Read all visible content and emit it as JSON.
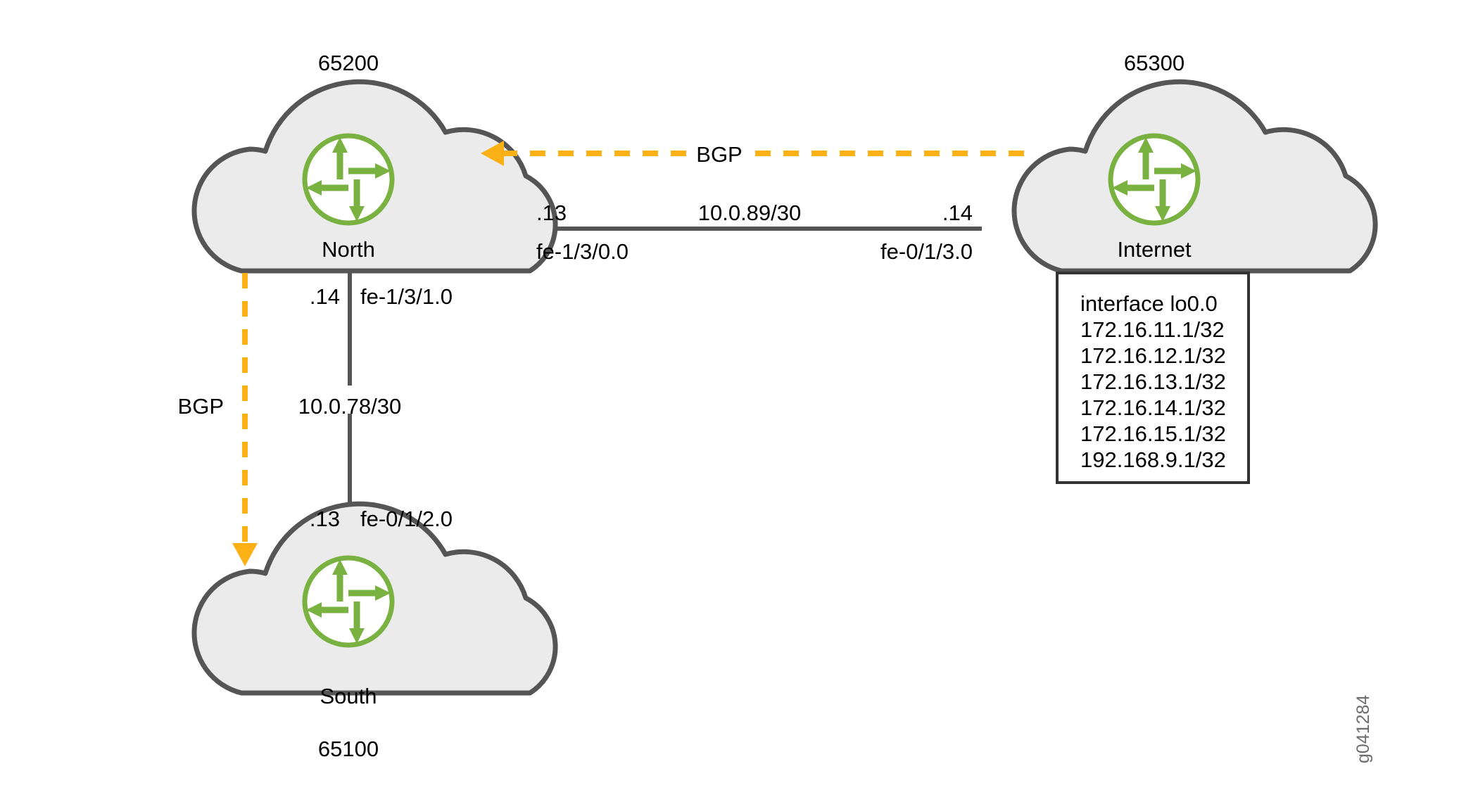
{
  "diagram": {
    "title": "BGP network topology",
    "figure_id": "g041284",
    "colors": {
      "cloud_fill": "#ebebeb",
      "cloud_stroke": "#555555",
      "router_green": "#7ab241",
      "bgp_orange": "#fbb116",
      "link_gray": "#555555",
      "text": "#000000"
    }
  },
  "nodes": {
    "north": {
      "name": "North",
      "as_number": "65200",
      "icon": "router-icon"
    },
    "south": {
      "name": "South",
      "as_number": "65100",
      "icon": "router-icon"
    },
    "internet": {
      "name": "Internet",
      "as_number": "65300",
      "icon": "router-icon"
    }
  },
  "links": {
    "north_internet": {
      "subnet": "10.0.89/30",
      "left_host": ".13",
      "left_interface": "fe-1/3/0.0",
      "right_host": ".14",
      "right_interface": "fe-0/1/3.0"
    },
    "north_south": {
      "subnet": "10.0.78/30",
      "top_host": ".14",
      "top_interface": "fe-1/3/1.0",
      "bottom_host": ".13",
      "bottom_interface": "fe-0/1/2.0"
    }
  },
  "bgp_sessions": {
    "internet_to_north": {
      "label": "BGP",
      "direction": "left"
    },
    "north_to_south": {
      "label": "BGP",
      "direction": "down"
    }
  },
  "loopback_box": {
    "heading": "interface lo0.0",
    "addresses": [
      "172.16.11.1/32",
      "172.16.12.1/32",
      "172.16.13.1/32",
      "172.16.14.1/32",
      "172.16.15.1/32",
      "192.168.9.1/32"
    ]
  }
}
